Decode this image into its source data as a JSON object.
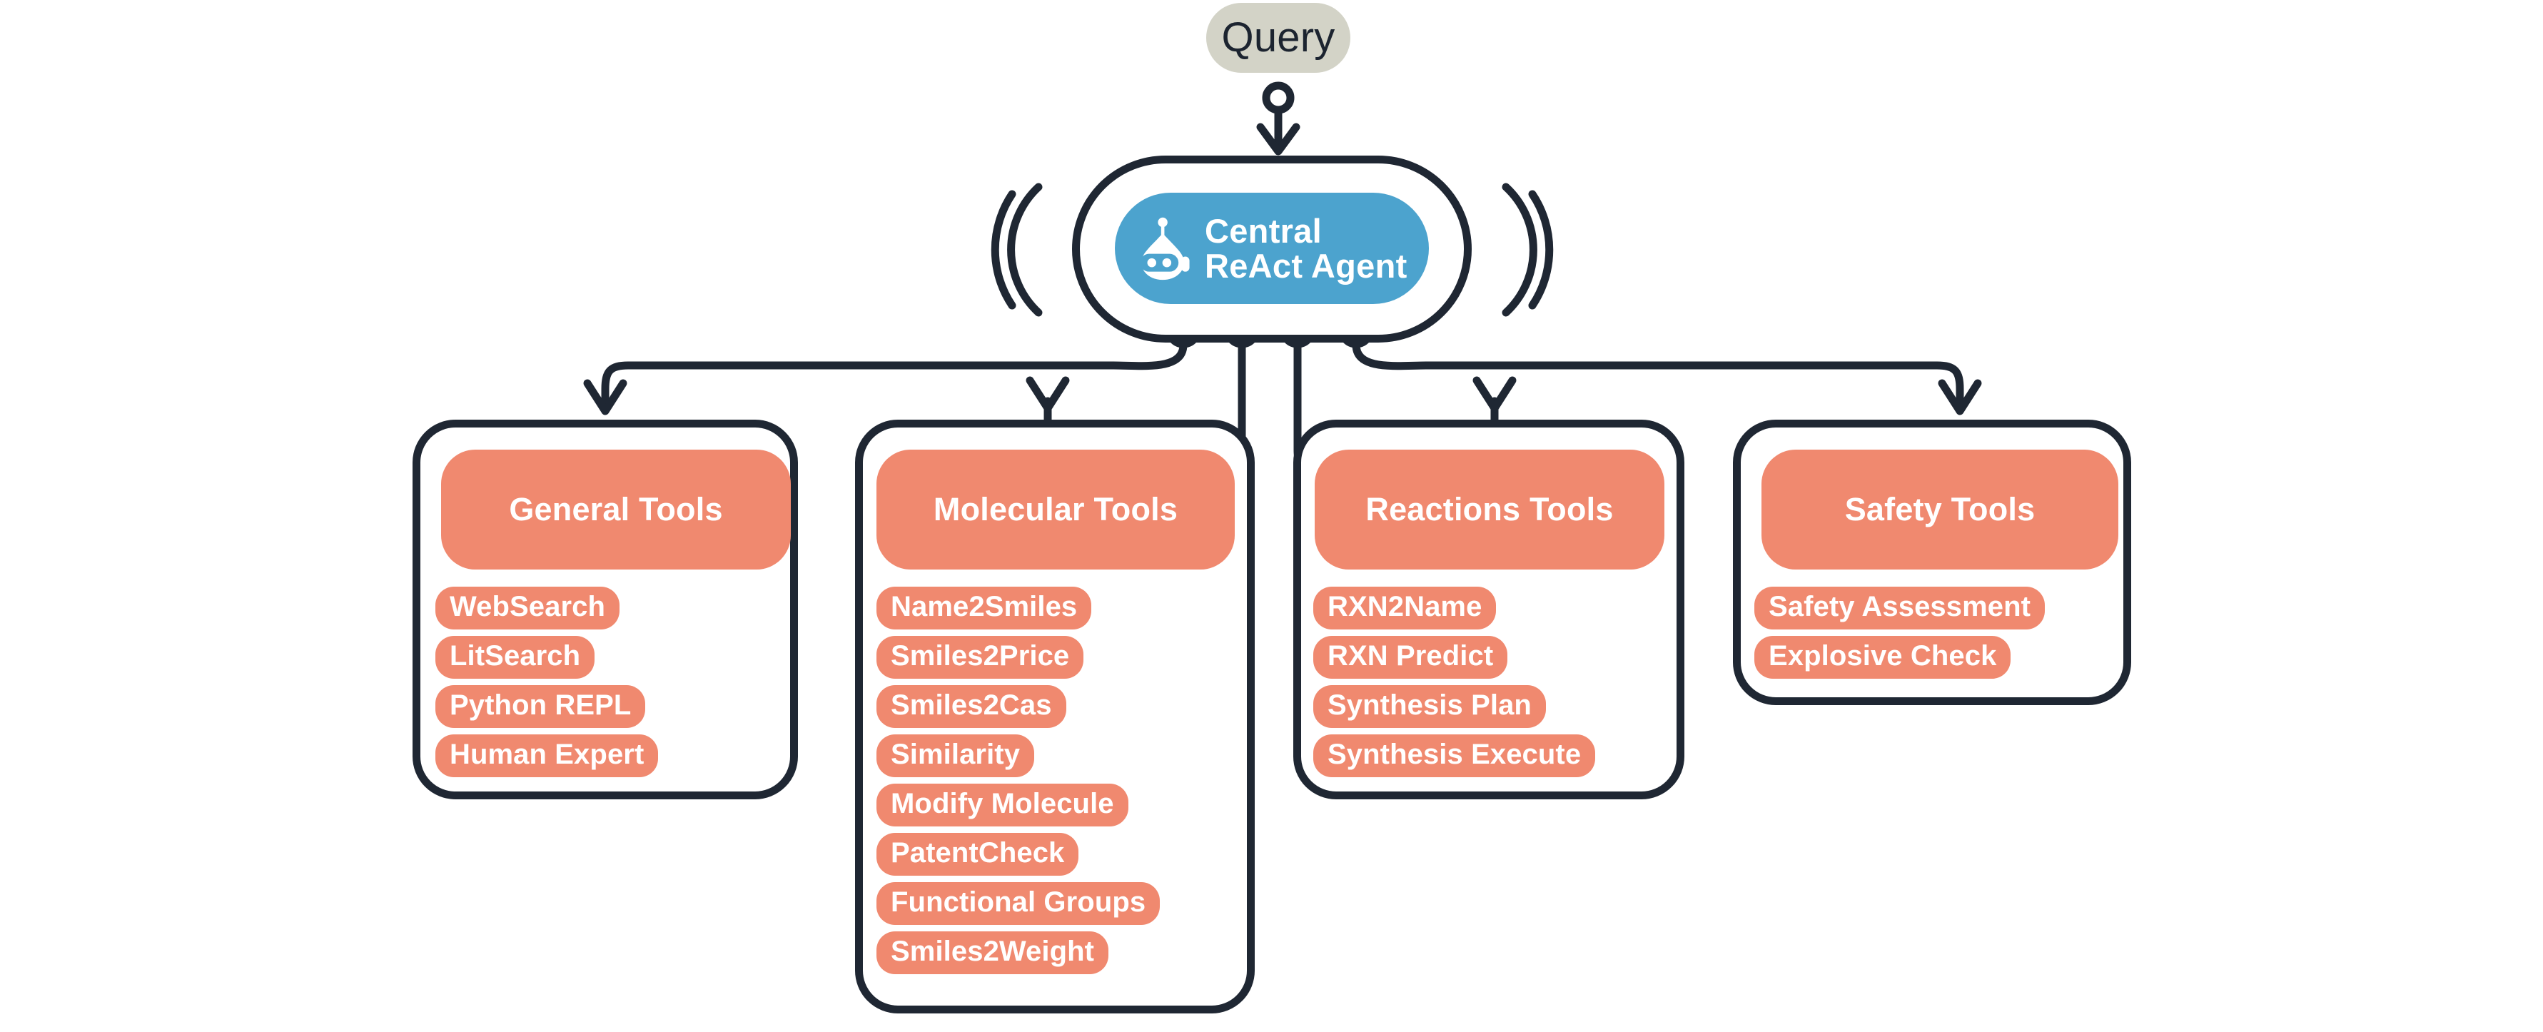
{
  "colors": {
    "query_bg": "#d3d3c7",
    "stroke": "#1f2733",
    "agent_blue": "#4ca3ce",
    "tool_orange": "#f0896f",
    "text_light": "#ffffff",
    "text_dark": "#1c2430",
    "canvas": "#ffffff"
  },
  "query": {
    "label": "Query"
  },
  "agent": {
    "icon": "robot-icon",
    "title_line1": "Central",
    "title_line2": "ReAct Agent",
    "port_count": 4
  },
  "groups": [
    {
      "id": "general",
      "title": "General Tools",
      "tools": [
        "WebSearch",
        "LitSearch",
        "Python REPL",
        "Human Expert"
      ]
    },
    {
      "id": "molecular",
      "title": "Molecular Tools",
      "tools": [
        "Name2Smiles",
        "Smiles2Price",
        "Smiles2Cas",
        "Similarity",
        "Modify Molecule",
        "PatentCheck",
        "Functional Groups",
        "Smiles2Weight"
      ]
    },
    {
      "id": "reactions",
      "title": "Reactions Tools",
      "tools": [
        "RXN2Name",
        "RXN Predict",
        "Synthesis Plan",
        "Synthesis Execute"
      ]
    },
    {
      "id": "safety",
      "title": "Safety Tools",
      "tools": [
        "Safety Assessment",
        "Explosive Check"
      ]
    }
  ]
}
